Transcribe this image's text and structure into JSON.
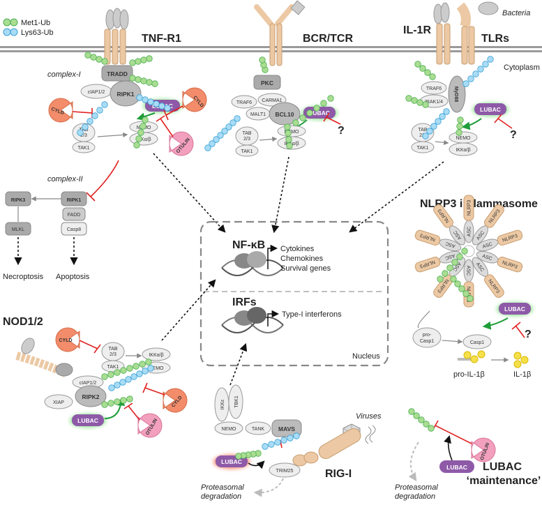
{
  "legend": {
    "met1": "Met1-Ub",
    "lys63": "Lys63-Ub"
  },
  "colors": {
    "met1_fill": "#a9dd92",
    "met1_stroke": "#4caf50",
    "lys63_fill": "#a8dcf5",
    "lys63_stroke": "#3aa0d6",
    "lubac": "#8e5aa8",
    "cyld": "#f28c6a",
    "otulin": "#f2a0bd",
    "protein": "#dcdcdc",
    "receptor": "#ecc9a4",
    "arrow_green": "#1f9d3a",
    "inhibit_red": "#e02020"
  },
  "receptors": {
    "tnfr1": "TNF-R1",
    "bcr_tcr": "BCR/TCR",
    "il1r": "IL-1R",
    "tlrs": "TLRs",
    "bacteria": "Bacteria",
    "cytoplasm": "Cytoplasm"
  },
  "tnf": {
    "complex1": "complex-I",
    "complex2": "complex-II",
    "tradd": "TRADD",
    "ciap": "cIAP1/2",
    "ripk1": "RIPK1",
    "lubac": "LUBAC",
    "cyld": "CYLD",
    "otulin": "OTULIN",
    "tab": "TAB\n2/3",
    "tab1": "TAB",
    "tab2": "2/3",
    "tak1": "TAK1",
    "nemo": "NEMO",
    "ikk": "IKKα/β",
    "ripk3": "RIPK3",
    "ripk1b": "RIPK1",
    "mlkl": "MLKL",
    "fadd": "FADD",
    "casp8": "Casp8",
    "necroptosis": "Necroptosis",
    "apoptosis": "Apoptosis"
  },
  "bcr": {
    "pkc": "PKC",
    "traf6": "TRAF6",
    "carma1": "CARMA1",
    "malt1": "MALT1",
    "bcl10": "BCL10",
    "lubac": "LUBAC",
    "tab1": "TAB",
    "tab2": "2/3",
    "tak1": "TAK1",
    "nemo": "NEMO",
    "ikk": "IKKα/β",
    "q": "?"
  },
  "tlr": {
    "traf6": "TRAF6",
    "irak": "IRAK1/4",
    "myd88": "MyD88",
    "lubac": "LUBAC",
    "tab1": "TAB",
    "tab2": "2/3",
    "tak1": "TAK1",
    "nemo": "NEMO",
    "ikk": "IKKα/β",
    "q": "?"
  },
  "nucleus": {
    "nfkb": "NF-κB",
    "cytokines": "Cytokines",
    "chemokines": "Chemokines",
    "survival": "Survival genes",
    "irfs": "IRFs",
    "interferons": "Type-I interferons",
    "label": "Nucleus"
  },
  "nlrp3": {
    "title": "NLRP3 inflammasome",
    "nlrp3": "NLRP3",
    "asc": "ASC",
    "lubac": "LUBAC",
    "q": "?",
    "procasp1a": "pro-",
    "procasp1b": "Casp1",
    "casp1": "Casp1",
    "proil": "pro-IL-1β",
    "il": "IL-1β"
  },
  "nod": {
    "title": "NOD1/2",
    "cyld": "CYLD",
    "tab1": "TAB",
    "tab2": "2/3",
    "tak1": "TAK1",
    "ikk": "IKKα/β",
    "nemo": "NEMO",
    "ciap": "cIAP1/2",
    "ripk2": "RIPK2",
    "xiap": "XIAP",
    "otulin": "OTULIN",
    "lubac": "LUBAC"
  },
  "rig": {
    "title": "RIG-I",
    "viruses": "Viruses",
    "ikke": "IKKε",
    "tbk1": "TBK1",
    "nemo": "NEMO",
    "tank": "TANK",
    "mavs": "MAVS",
    "lubac": "LUBAC",
    "trim25": "TRIM25",
    "deg1": "Proteasomal",
    "deg2": "degradation"
  },
  "maint": {
    "lubac": "LUBAC",
    "otulin": "OTULIN",
    "title1": "LUBAC",
    "title2": "‘maintenance’",
    "deg1": "Proteasomal",
    "deg2": "degradation"
  }
}
